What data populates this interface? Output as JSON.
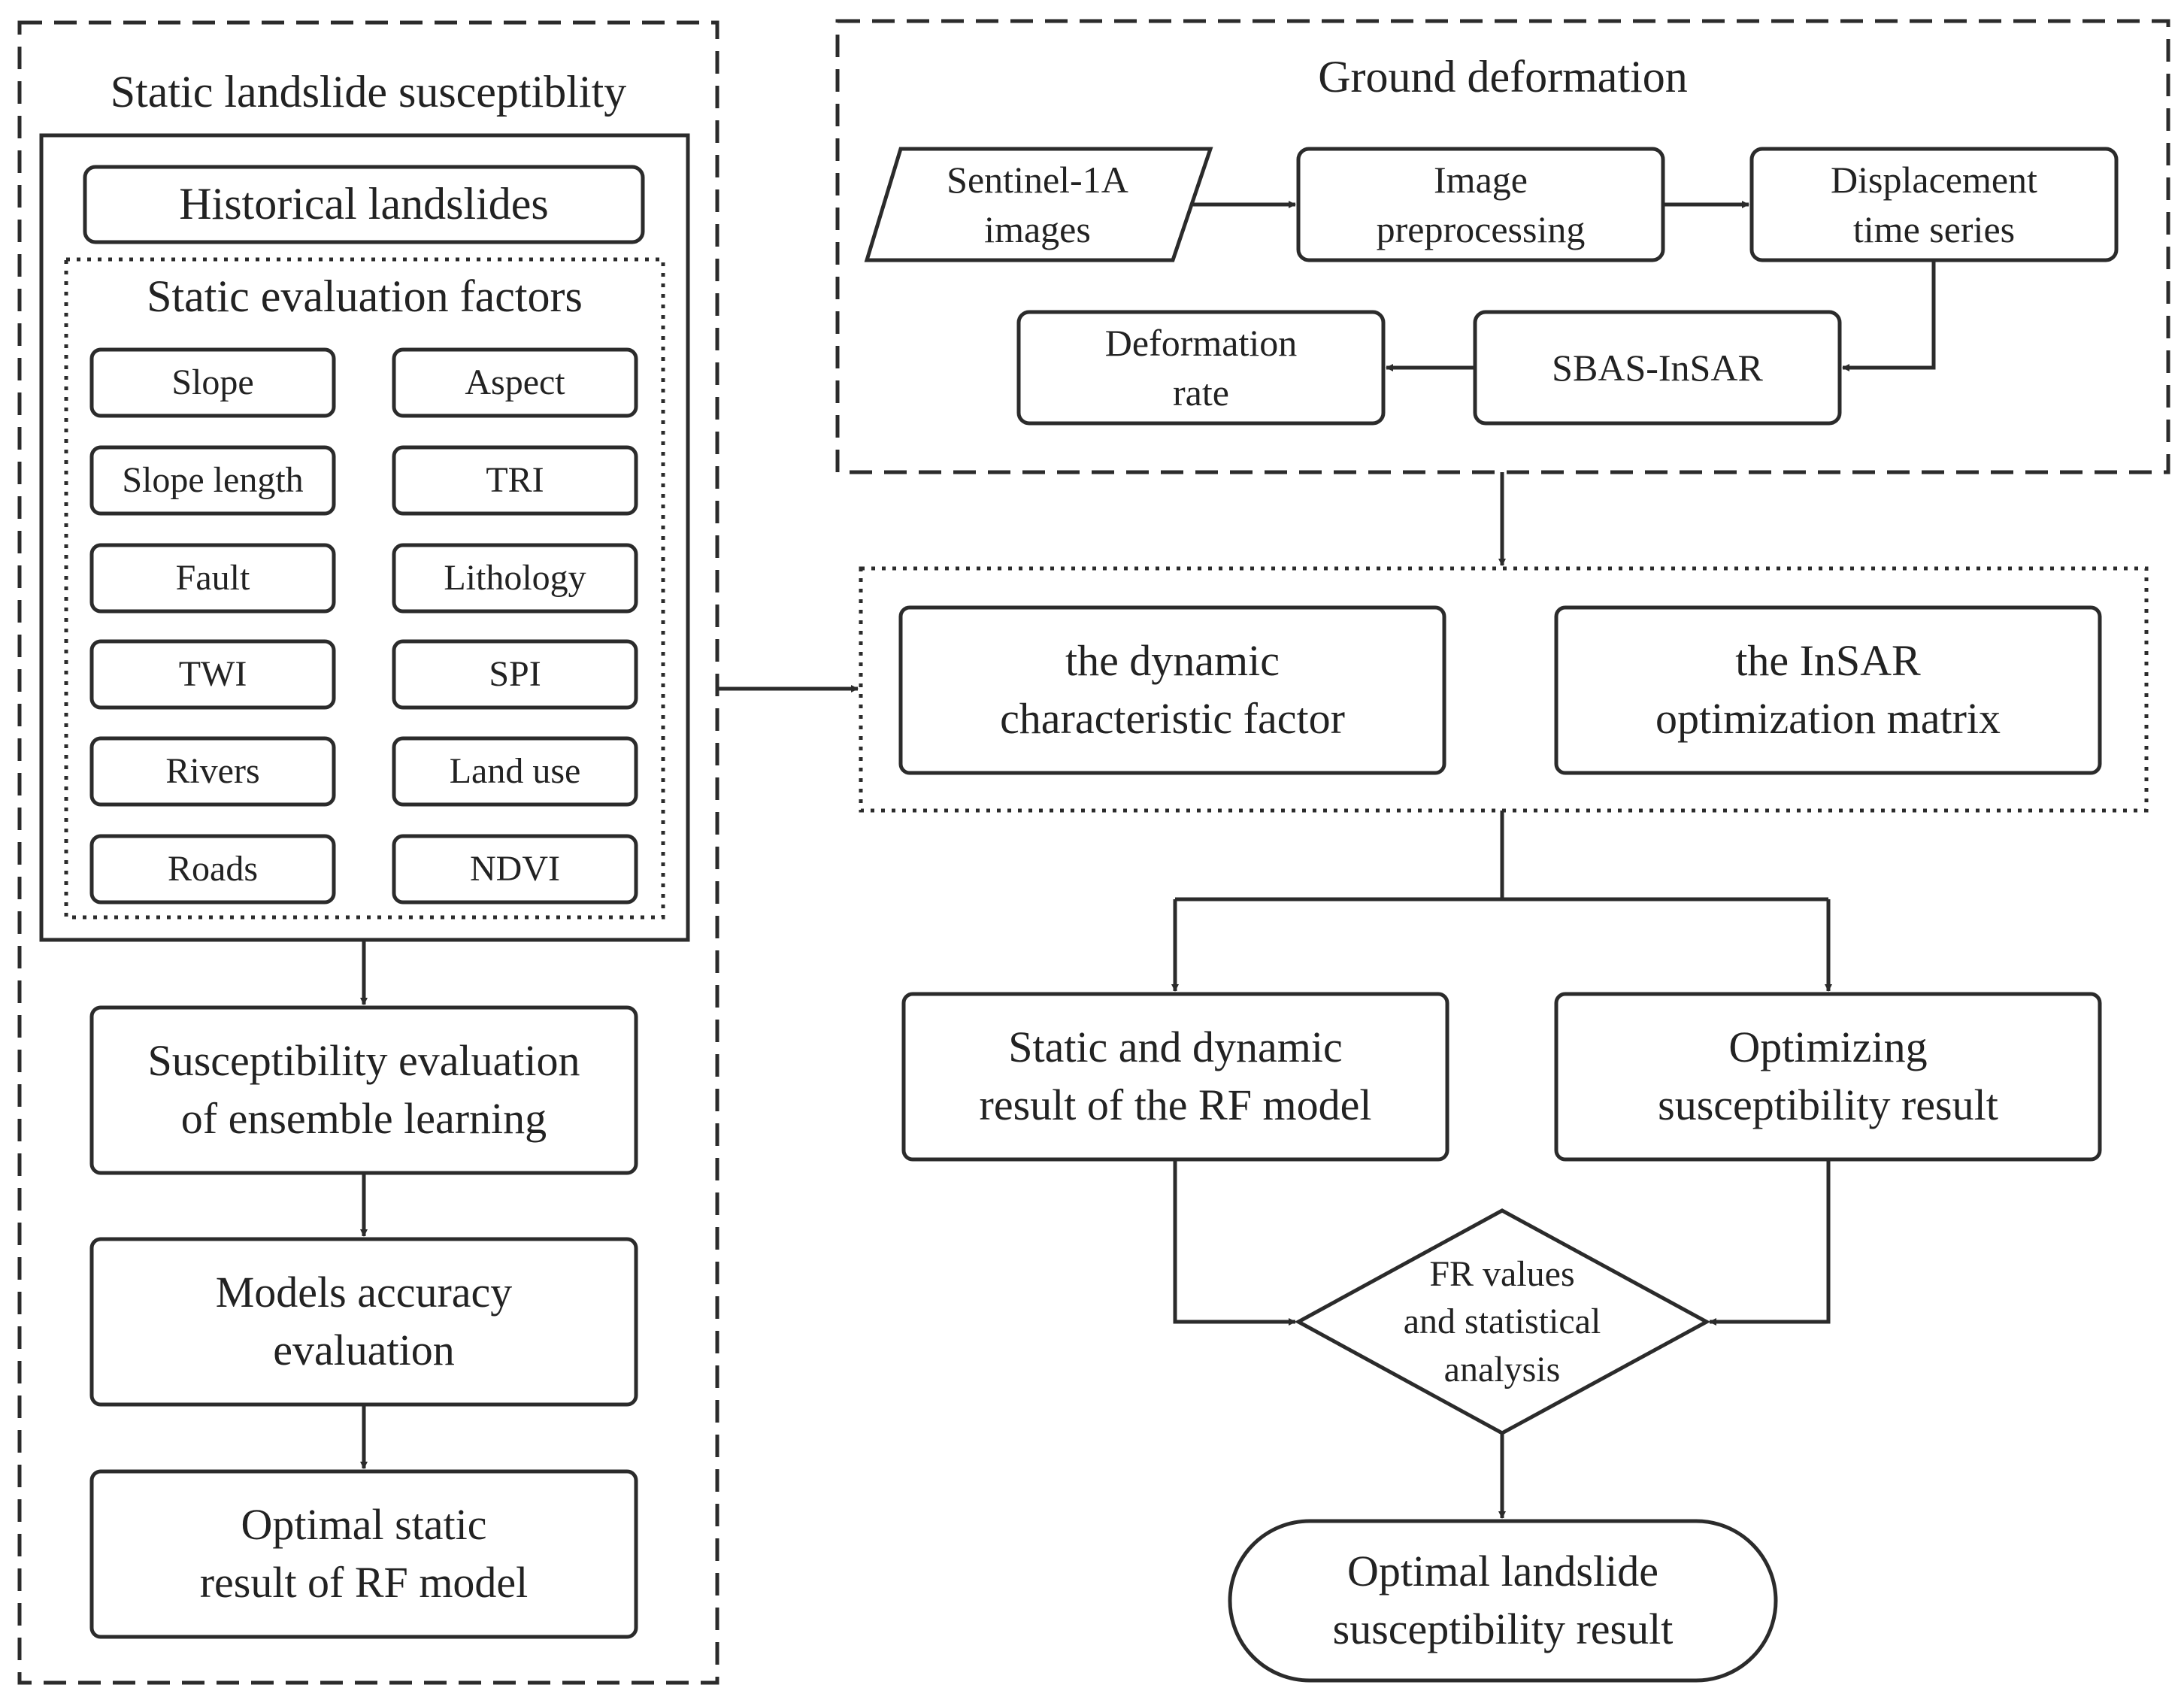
{
  "colors": {
    "stroke": "#2b2b2b",
    "text": "#222222",
    "background": "#ffffff"
  },
  "left_panel": {
    "title": "Static landslide susceptiblity",
    "historical": "Historical landslides",
    "factors_title": "Static evaluation factors",
    "factors": [
      "Slope",
      "Aspect",
      "Slope length",
      "TRI",
      "Fault",
      "Lithology",
      "TWI",
      "SPI",
      "Rivers",
      "Land use",
      "Roads",
      "NDVI"
    ],
    "ensemble": "Susceptibility evaluation\nof ensemble learning",
    "accuracy": "Models accuracy\nevaluation",
    "optimal_static": "Optimal static\nresult of RF model"
  },
  "ground": {
    "title": "Ground deformation",
    "sentinel": "Sentinel-1A\nimages",
    "preprocessing": "Image\npreprocessing",
    "displacement": "Displacement\ntime series",
    "sbas": "SBAS-InSAR",
    "deformation_rate": "Deformation\nrate"
  },
  "dynamic": {
    "factor": "the dynamic\ncharacteristic factor",
    "matrix": "the InSAR\noptimization matrix"
  },
  "results": {
    "rf_result": "Static and dynamic\nresult of the RF model",
    "optimizing": "Optimizing\nsusceptibility result",
    "fr": "FR values\nand statistical\nanalysis",
    "final": "Optimal landslide\nsusceptibility result"
  }
}
